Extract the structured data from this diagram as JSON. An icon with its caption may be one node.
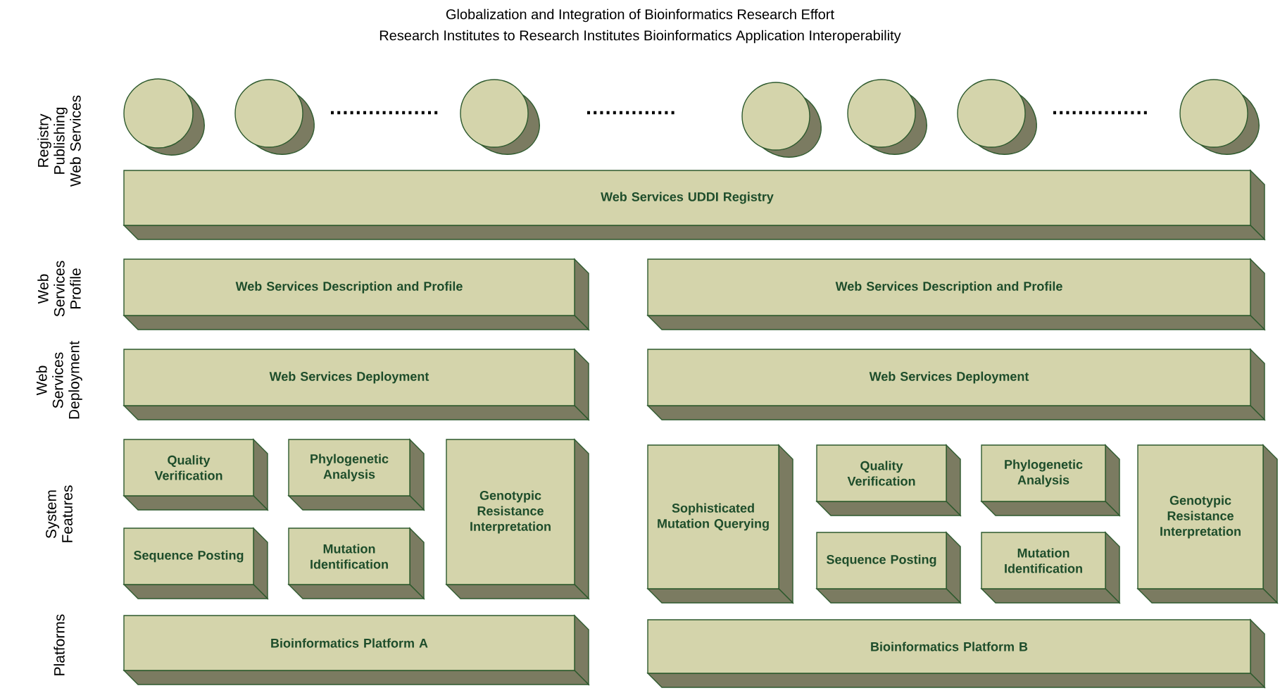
{
  "diagram": {
    "title": "Globalization and Integration of Bioinformatics Research Effort",
    "nodes": [
      {
        "text": [],
        "shape": "circle"
      },
      {
        "text": [],
        "shape": "circle"
      },
      {
        "text": [],
        "shape": "circle"
      },
      {
        "text": [],
        "shape": "circle"
      },
      {
        "text": [],
        "shape": "circle"
      },
      {
        "text": [],
        "shape": "circle"
      },
      {
        "text": [],
        "shape": "circle"
      },
      {
        "text": [
          "Web Services UDDI Registry"
        ]
      },
      {
        "text": [
          "Web Services Description and Profile"
        ]
      },
      {
        "text": [
          "Web Services Description and Profile"
        ]
      },
      {
        "text": [
          "Web Services Deployment"
        ]
      },
      {
        "text": [
          "Web Services Deployment"
        ]
      },
      {
        "text": [
          "Quality Verification"
        ]
      },
      {
        "text": [
          "Phylogenetic Analysis"
        ]
      },
      {
        "text": [
          "Genotypic Resistance Interpretation"
        ]
      },
      {
        "text": [
          "Sequence Posting"
        ]
      },
      {
        "text": [
          "Mutation Identification"
        ]
      },
      {
        "text": [
          "Sophisticated Mutation Querying"
        ]
      },
      {
        "text": [
          "Quality Verification"
        ]
      },
      {
        "text": [
          "Phylogenetic Analysis"
        ]
      },
      {
        "text": [
          "Genotypic Resistance Interpretation"
        ]
      },
      {
        "text": [
          "Sequence Posting"
        ]
      },
      {
        "text": [
          "Mutation Identification"
        ]
      },
      {
        "text": [
          "Bioinformatics Platform A"
        ]
      },
      {
        "text": [
          "Bioinformatics Platform B"
        ]
      }
    ],
    "labels": [
      "Research Institutes to Research Institutes Bioinformatics Application Interoperability",
      "Registry Publishing Web Services",
      "Web Services Profile",
      "Web Services Deployment",
      "System Features",
      "Platforms"
    ]
  }
}
